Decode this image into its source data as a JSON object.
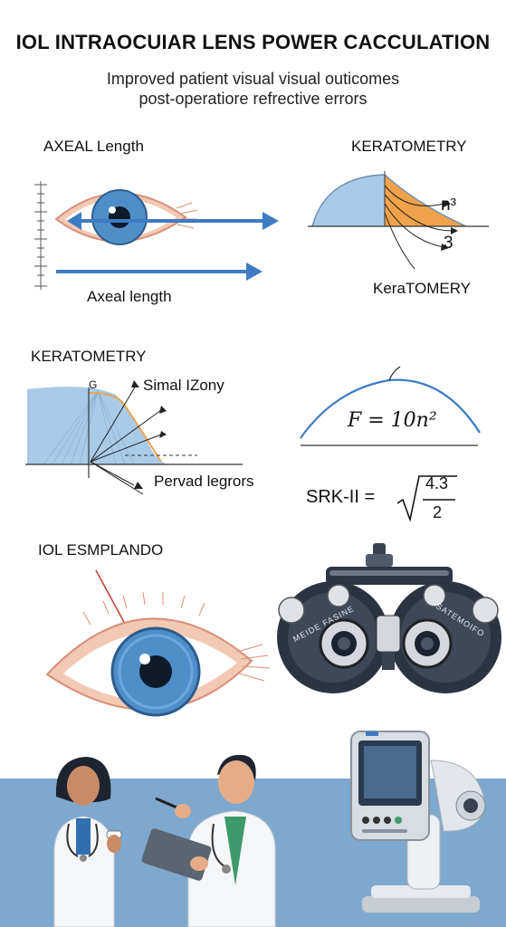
{
  "header": {
    "title": "IOL INTRAOCUIAR LENS POWER CACCULATION",
    "subtitle_line1": "Improved patient visual visual outicomes",
    "subtitle_line2": "post-operatiore refrective errors"
  },
  "axial_panel": {
    "heading": "AXEAL Length",
    "caption": "Axeal length"
  },
  "kerato_top": {
    "heading": "KERATOMETRY",
    "label_n3": "n³",
    "label_3": "3",
    "caption": "KeraTOMERY"
  },
  "kerato_mid": {
    "heading": "KERATOMETRY",
    "label_top": "Simal IZony",
    "label_bottom": "Pervad legrors",
    "marker": "G"
  },
  "formula_panel": {
    "formula": "F = 10n²",
    "srk_prefix": "SRK-II =",
    "srk_numerator": "4.3",
    "srk_denominator": "2"
  },
  "iol_panel": {
    "heading": "IOL ESMPLANDO",
    "phoropter_text_left": "MEIDE FASINE",
    "phoropter_text_right": "SATEMOIFO"
  },
  "colors": {
    "arrow_blue": "#3d7cc2",
    "iris_blue": "#4f8fc9",
    "kerato_orange": "#f0a24a",
    "kerato_blue": "#a9cbe8",
    "band_blue": "#7ea8cd",
    "skin": "#f2c9b4"
  }
}
